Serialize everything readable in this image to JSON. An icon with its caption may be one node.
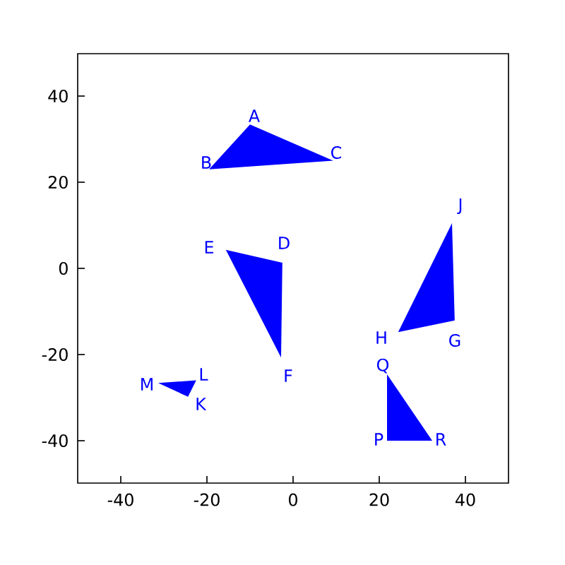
{
  "diagram": {
    "nodes": [
      {
        "text": [],
        "shape": "triangle",
        "beside": [
          "A",
          "B",
          "C"
        ]
      },
      {
        "text": [],
        "shape": "triangle",
        "beside": [
          "D",
          "E",
          "F"
        ]
      },
      {
        "text": [],
        "shape": "triangle",
        "beside": [
          "J",
          "H",
          "G"
        ]
      },
      {
        "text": [],
        "shape": "triangle",
        "beside": [
          "L",
          "M",
          "K"
        ]
      },
      {
        "text": [],
        "shape": "triangle",
        "beside": [
          "Q",
          "P",
          "R"
        ]
      }
    ],
    "labels": [
      "40",
      "20",
      "0",
      "-20",
      "-40",
      "-40",
      "-20",
      "0",
      "20",
      "40"
    ]
  }
}
